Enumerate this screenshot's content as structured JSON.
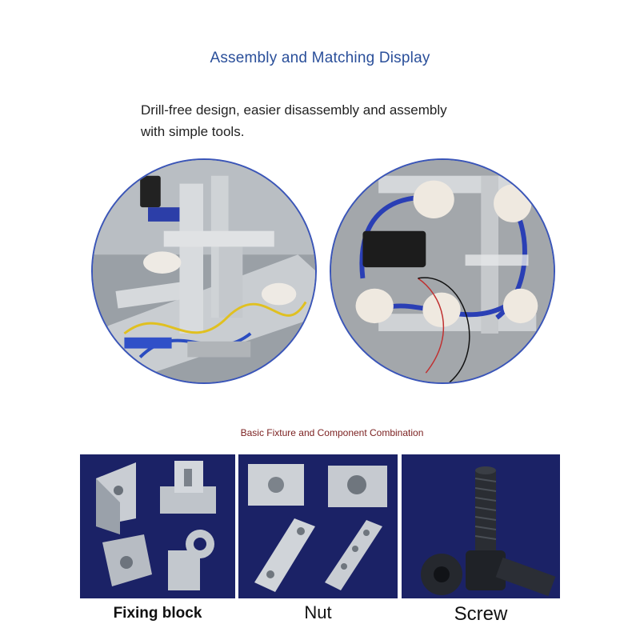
{
  "header": {
    "title": "Assembly and Matching Display",
    "description_line1": "Drill-free design, easier disassembly and assembly",
    "description_line2": "with simple tools."
  },
  "section": {
    "subtitle": "Basic Fixture and Component Combination"
  },
  "components": [
    {
      "label": "Fixing block"
    },
    {
      "label": "Nut"
    },
    {
      "label": "Screw"
    }
  ],
  "colors": {
    "title": "#2a4f9a",
    "panel_bg": "#1b2266",
    "circle_border": "#3a55b8",
    "subtitle": "#7a1f1f"
  }
}
